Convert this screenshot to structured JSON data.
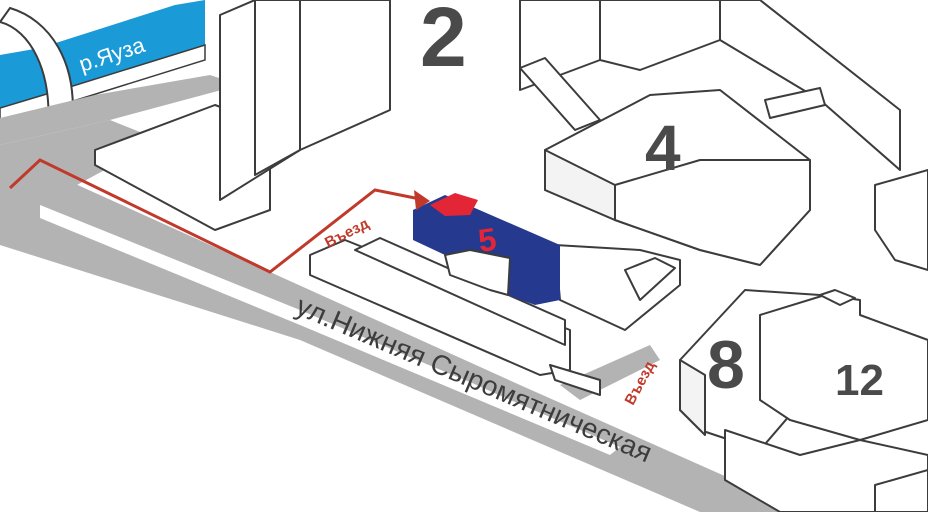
{
  "river": {
    "label": "р.Яуза",
    "color": "#1a9bd7"
  },
  "street": {
    "label": "ул.Нижняя Сыромятническая",
    "color": "#b3b3b3"
  },
  "entrances": [
    {
      "label": "Въезд"
    },
    {
      "label": "Въезд"
    }
  ],
  "buildings": [
    {
      "number": "2"
    },
    {
      "number": "4"
    },
    {
      "number": "5",
      "highlight_color": "#253a8e",
      "accent_color": "#e32636"
    },
    {
      "number": "8"
    },
    {
      "number": "12"
    }
  ],
  "route": {
    "color": "#c0392b"
  }
}
